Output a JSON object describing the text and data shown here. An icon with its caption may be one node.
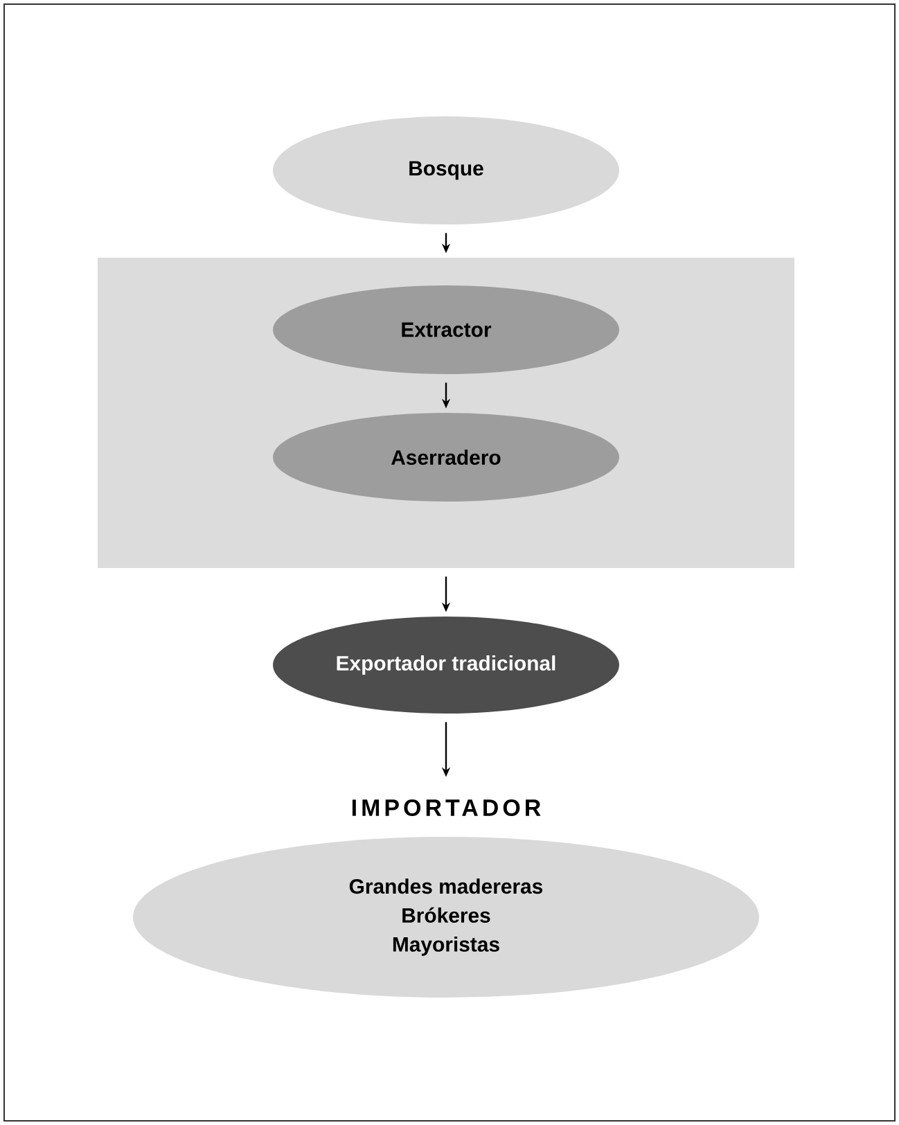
{
  "diagram": {
    "nodes": [
      {
        "text": [
          "Bosque"
        ]
      },
      {
        "text": [],
        "shape": "box"
      },
      {
        "text": [
          "Extractor"
        ],
        "in": 1
      },
      {
        "text": [
          "Aserradero"
        ],
        "in": 1
      },
      {
        "text": [
          "Exportador tradicional"
        ]
      },
      {
        "text": [
          "IMPORTADOR",
          "Grandes madereras",
          "Brókeres",
          "Mayoristas"
        ]
      }
    ],
    "edges": [
      {
        "from": 0,
        "to": 1,
        "arrow": "to"
      },
      {
        "from": 2,
        "to": 3,
        "arrow": "to"
      },
      {
        "from": 1,
        "to": 4,
        "arrow": "to"
      },
      {
        "from": 4,
        "to": 5,
        "arrow": "to"
      }
    ]
  }
}
